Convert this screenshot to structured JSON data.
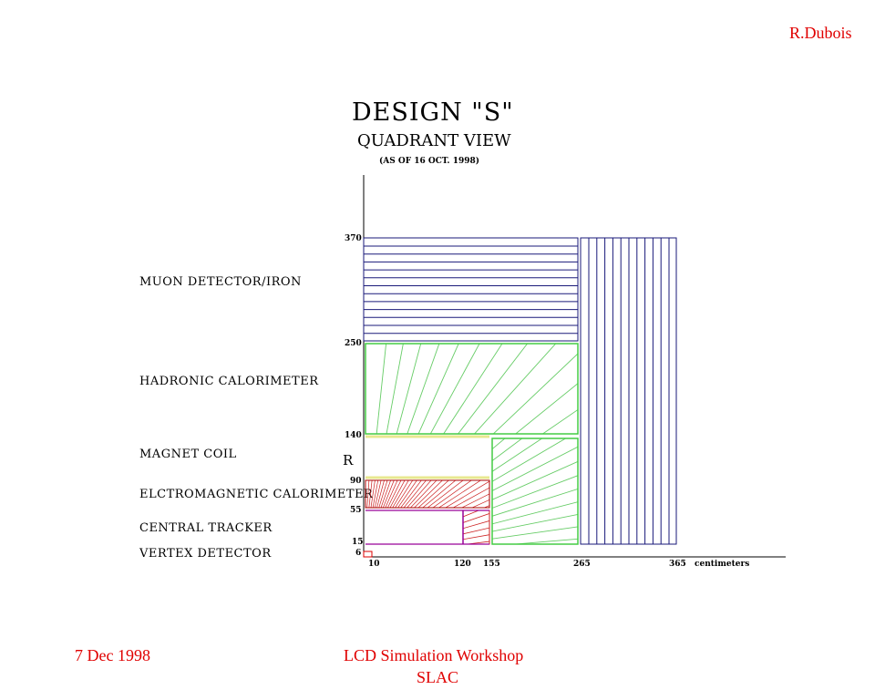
{
  "author": "R.Dubois",
  "date": "7 Dec 1998",
  "event": "LCD Simulation Workshop",
  "location": "SLAC",
  "title": "DESIGN \"S\"",
  "subtitle": "QUADRANT VIEW",
  "asof": "(AS OF 16 OCT. 1998)",
  "labels": {
    "muon": "MUON DETECTOR/IRON",
    "hcal": "HADRONIC CALORIMETER",
    "coil": "MAGNET COIL",
    "ecal": "ELCTROMAGNETIC CALORIMETER",
    "tracker": "CENTRAL TRACKER",
    "vertex": "VERTEX DETECTOR"
  },
  "axis": {
    "r_label": "R",
    "r_ticks": [
      "370",
      "250",
      "140",
      "90",
      "55",
      "15",
      "6"
    ],
    "z_ticks": [
      "10",
      "120",
      "155",
      "265",
      "365"
    ],
    "z_unit": "centimeters"
  },
  "colors": {
    "muon": "#1a1a7a",
    "hcal": "#44cc44",
    "ecal": "#cc0000",
    "tracker": "#990099",
    "coil": "#e8e890",
    "footer": "#e00000"
  }
}
